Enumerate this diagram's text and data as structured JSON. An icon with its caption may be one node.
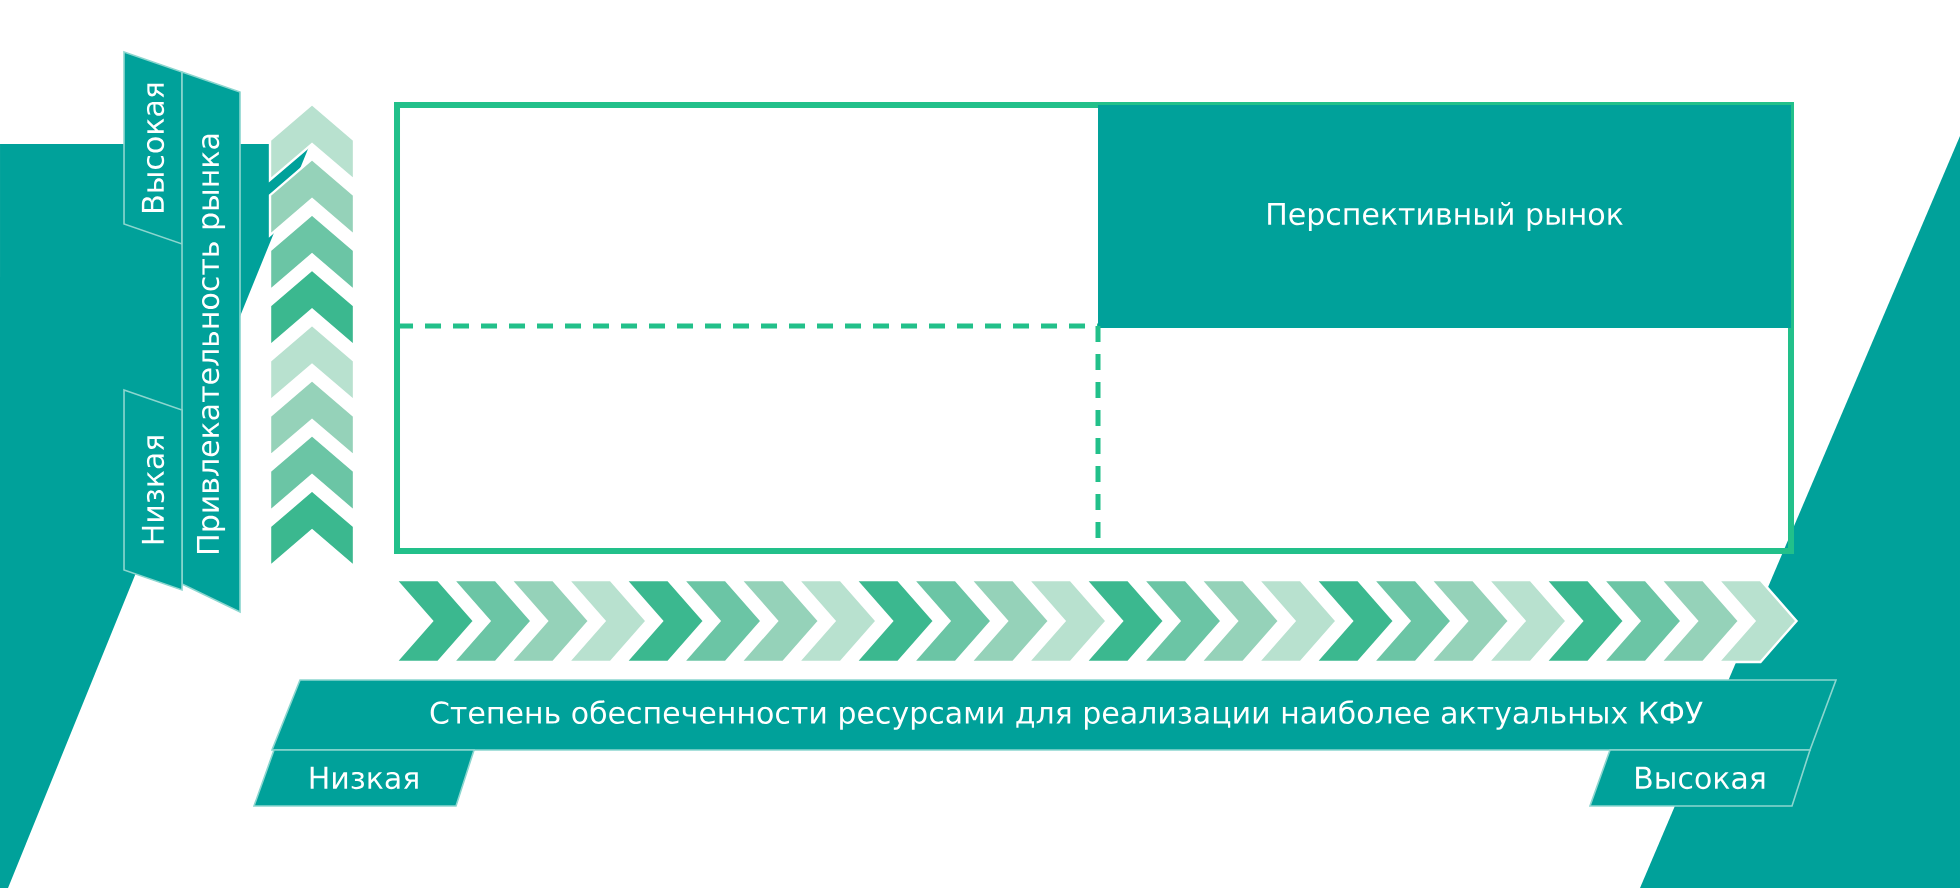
{
  "diagram": {
    "nodes": [
      {
        "text": [
          "Высокая"
        ]
      },
      {
        "text": [
          "Привлекательность рынка"
        ]
      },
      {
        "text": [
          "Низкая"
        ]
      },
      {
        "text": [],
        "shape": "box"
      },
      {
        "text": [
          "Перспективный рынок"
        ],
        "in": 3
      },
      {
        "text": [
          "Степень обеспеченности ресурсами для реализации наиболее актуальных КФУ"
        ]
      },
      {
        "text": [
          "Низкая"
        ]
      },
      {
        "text": [
          "Высокая"
        ]
      }
    ]
  }
}
